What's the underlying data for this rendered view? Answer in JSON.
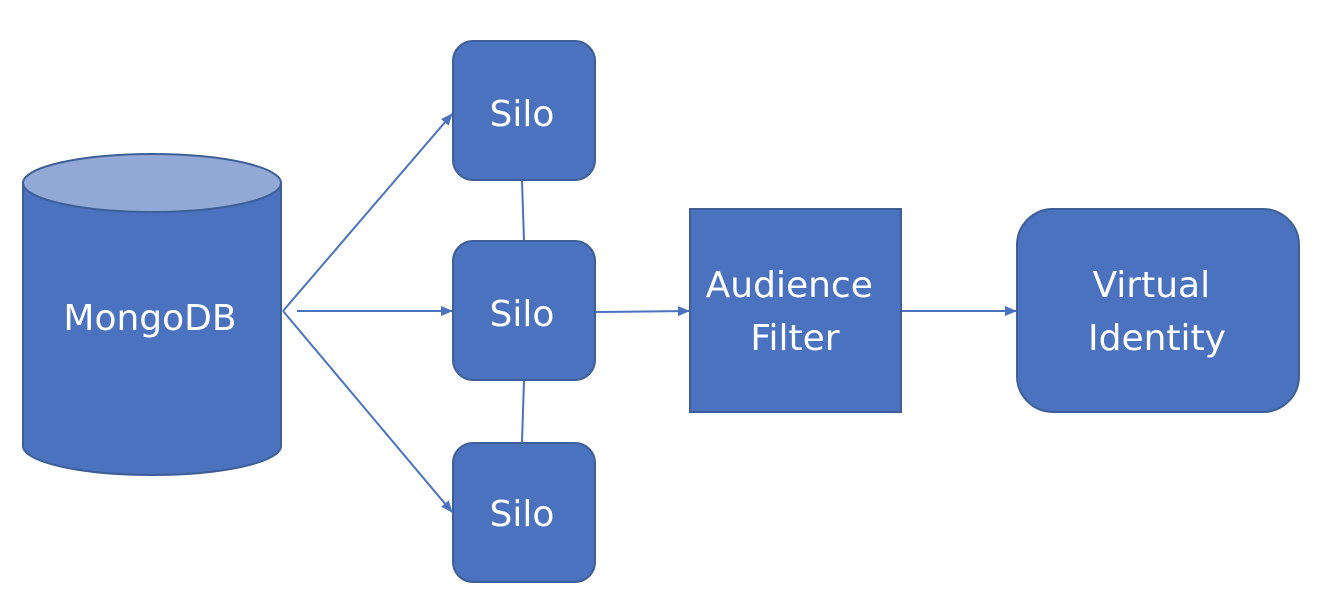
{
  "colors": {
    "node_fill": "#4a72bf",
    "node_stroke": "#3e5f96",
    "cylinder_top": "#92a9d8",
    "edge": "#4a72bf",
    "text": "#ffffff"
  },
  "nodes": {
    "mongodb": {
      "label": "MongoDB",
      "shape": "cylinder"
    },
    "silo_top": {
      "label": "Silo",
      "shape": "rounded-rectangle"
    },
    "silo_middle": {
      "label": "Silo",
      "shape": "rounded-rectangle"
    },
    "silo_bottom": {
      "label": "Silo",
      "shape": "rounded-rectangle"
    },
    "audience_filter": {
      "label_lines": [
        "Audience",
        "Filter"
      ],
      "shape": "rectangle"
    },
    "virtual_identity": {
      "label_lines": [
        "Virtual",
        "Identity"
      ],
      "shape": "rounded-rectangle"
    }
  },
  "edges": [
    {
      "from": "mongodb",
      "to": "silo_top",
      "arrow": true
    },
    {
      "from": "mongodb",
      "to": "silo_middle",
      "arrow": true
    },
    {
      "from": "mongodb",
      "to": "silo_bottom",
      "arrow": true
    },
    {
      "from": "silo_top",
      "to": "silo_middle",
      "arrow": false
    },
    {
      "from": "silo_middle",
      "to": "silo_bottom",
      "arrow": false
    },
    {
      "from": "silo_middle",
      "to": "audience_filter",
      "arrow": true
    },
    {
      "from": "audience_filter",
      "to": "virtual_identity",
      "arrow": true
    }
  ]
}
